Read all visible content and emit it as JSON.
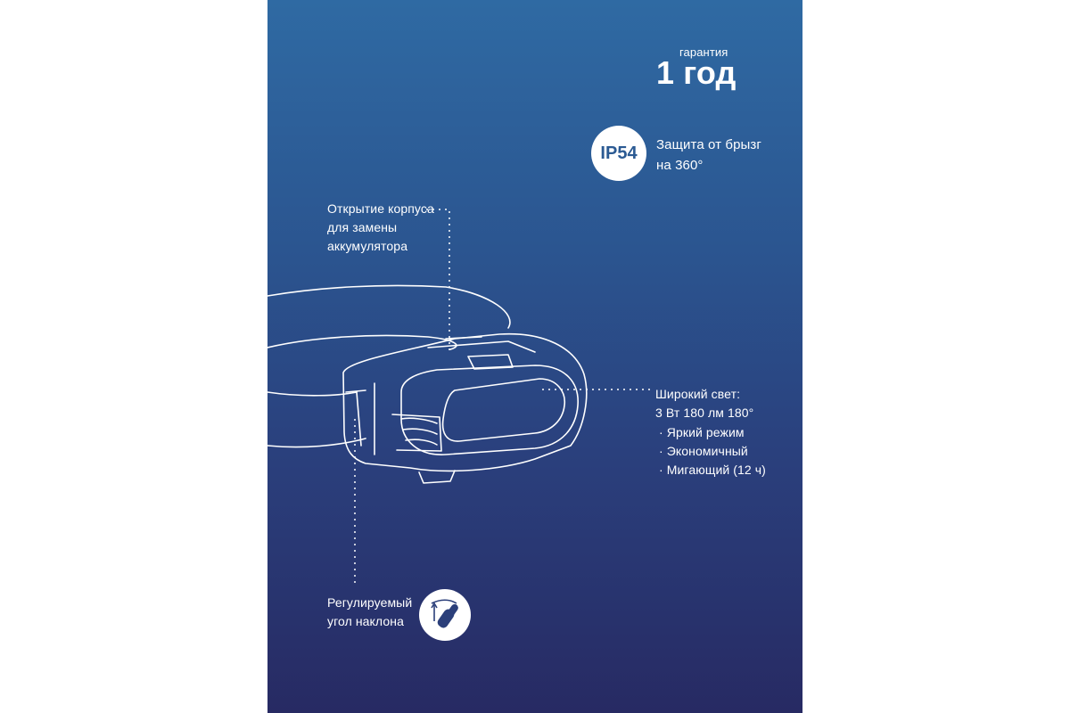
{
  "warranty": {
    "small": "гарантия",
    "big": "1 год"
  },
  "ip": {
    "badge": "IP54",
    "line1": "Защита от брызг",
    "line2": "на 360°"
  },
  "housing": {
    "line1": "Открытие корпуса",
    "line2": "для замены",
    "line3": "аккумулятора"
  },
  "wide_light": {
    "line1": "Широкий свет:",
    "line2": "3 Вт 180 лм 180°",
    "modes": [
      "· Яркий режим",
      "· Экономичный",
      "· Мигающий (12 ч)"
    ]
  },
  "tilt": {
    "line1": "Регулируемый",
    "line2": "угол наклона"
  },
  "icons": {
    "tilt": "tilt-angle-icon",
    "product": "headlamp-illustration"
  },
  "colors": {
    "accent": "#2b5a93",
    "bg_top": "#2f6aa3",
    "bg_bottom": "#272a63"
  }
}
